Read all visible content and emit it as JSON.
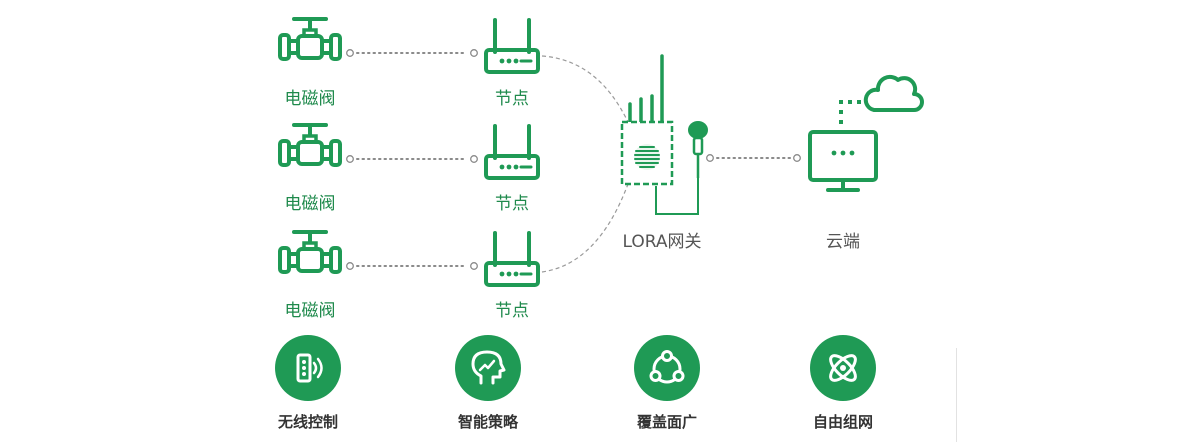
{
  "colors": {
    "brand_green": "#1f9a55",
    "dark_green": "#1f8a4c",
    "dot_gray": "#8a8a8a"
  },
  "valves": [
    {
      "label": "电磁阀",
      "icon": "valve-icon"
    },
    {
      "label": "电磁阀",
      "icon": "valve-icon"
    },
    {
      "label": "电磁阀",
      "icon": "valve-icon"
    }
  ],
  "nodes": [
    {
      "label": "节点",
      "icon": "router-icon"
    },
    {
      "label": "节点",
      "icon": "router-icon"
    },
    {
      "label": "节点",
      "icon": "router-icon"
    }
  ],
  "gateway": {
    "label": "LORA网关",
    "icon": "lora-gateway-icon"
  },
  "cloud": {
    "label": "云端",
    "icon": "cloud-monitor-icon"
  },
  "features": [
    {
      "label": "无线控制",
      "icon": "wireless-control-icon"
    },
    {
      "label": "智能策略",
      "icon": "smart-strategy-icon"
    },
    {
      "label": "覆盖面广",
      "icon": "coverage-icon"
    },
    {
      "label": "自由组网",
      "icon": "networking-icon"
    }
  ]
}
